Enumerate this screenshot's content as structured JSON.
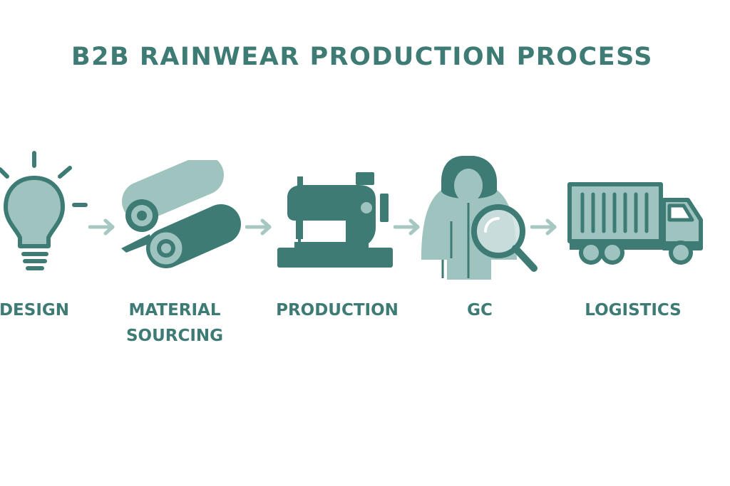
{
  "title": "B2B RAINWEAR PRODUCTION PROCESS",
  "colors": {
    "primary": "#3d7b74",
    "light": "#9fc4bf",
    "arrow": "#a6c7c2"
  },
  "steps": [
    {
      "icon": "lightbulb-icon",
      "label": "DESIGN",
      "label_line2": ""
    },
    {
      "icon": "fabric-rolls-icon",
      "label": "MATERIAL",
      "label_line2": "SOURCING"
    },
    {
      "icon": "sewing-machine-icon",
      "label": "PRODUCTION",
      "label_line2": ""
    },
    {
      "icon": "raincoat-inspection-icon",
      "label": "GC",
      "label_line2": ""
    },
    {
      "icon": "delivery-truck-icon",
      "label": "LOGISTICS",
      "label_line2": ""
    }
  ]
}
